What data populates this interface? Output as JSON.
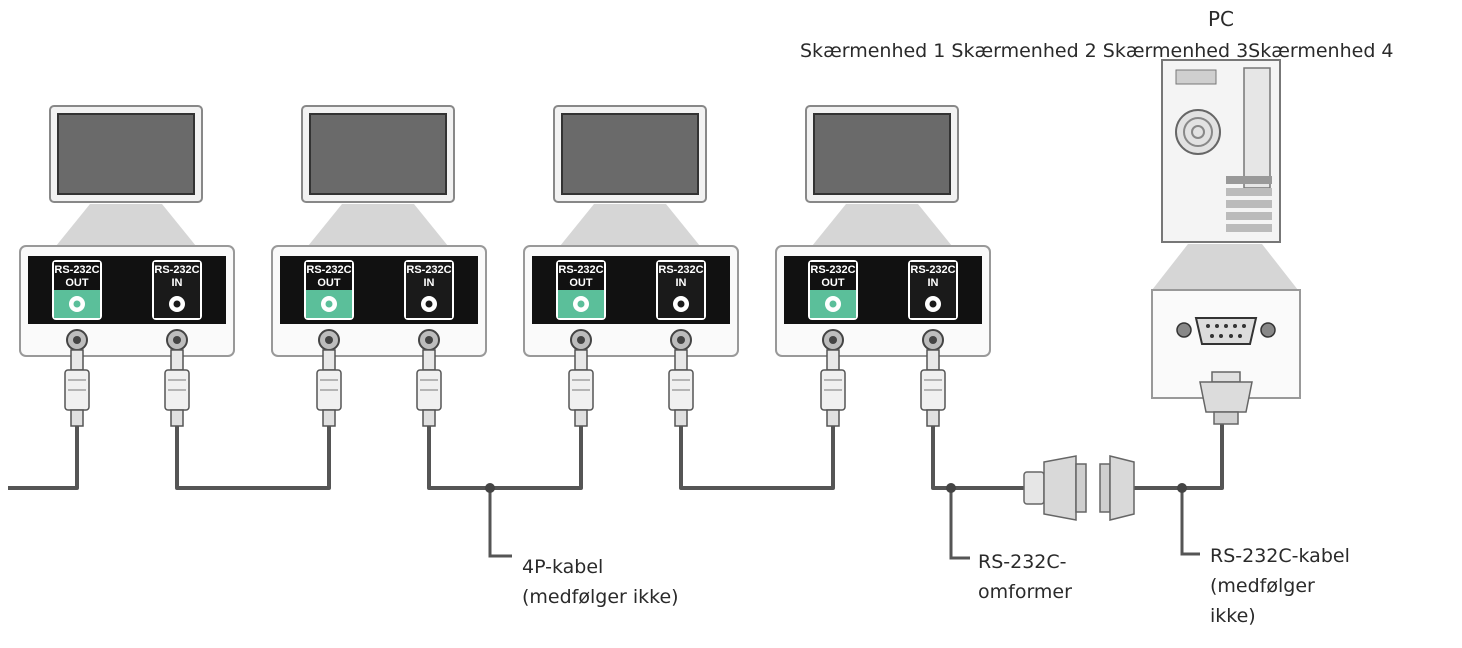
{
  "pc": {
    "label": "PC",
    "monitor_names": "Skærmenhed 1 Skærmenhed 2 Skærmenhed 3Skærmenhed 4"
  },
  "ports": {
    "out": {
      "line1": "RS-232C",
      "line2": "OUT"
    },
    "in": {
      "line1": "RS-232C",
      "line2": "IN"
    }
  },
  "callouts": {
    "four_p_cable": [
      "4P-kabel",
      "(medfølger ikke)"
    ],
    "converter": [
      "RS-232C-",
      "omformer"
    ],
    "rs232c_cable": [
      "RS-232C-kabel",
      "(medfølger",
      "ikke)"
    ]
  },
  "colors": {
    "out_port": "#5bbf9a",
    "in_port": "#1a1a1a",
    "cable": "#555555",
    "screen": "#666666",
    "stand": "#d6d6d6"
  }
}
